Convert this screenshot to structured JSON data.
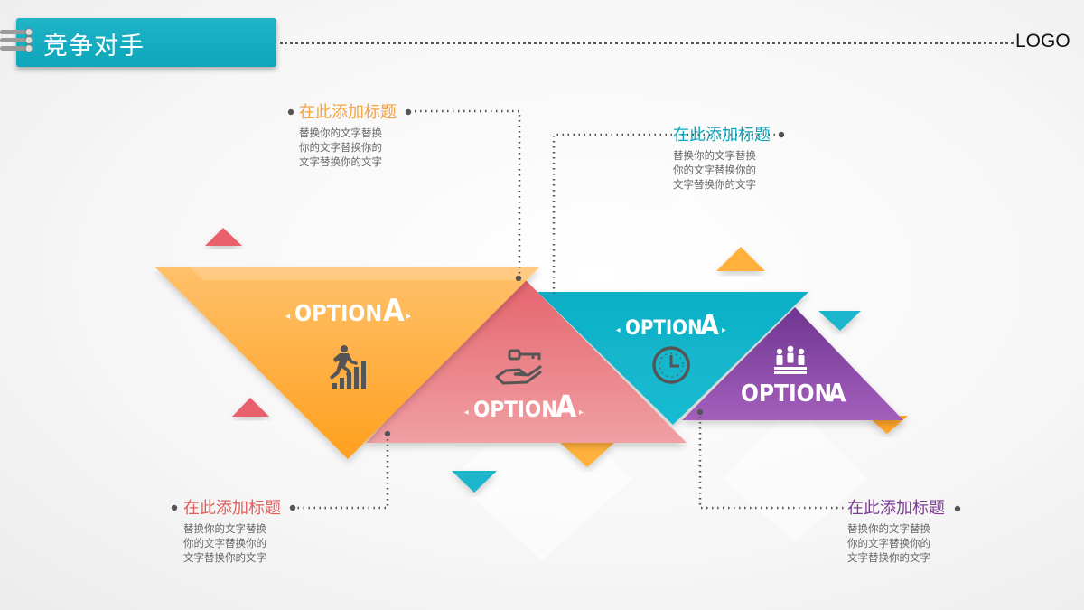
{
  "header": {
    "title": "竞争对手",
    "logo": "LOGO"
  },
  "blocks": [
    {
      "title": "在此添加标题",
      "body": [
        "替换你的文字替换",
        "你的文字替换你的",
        "文字替换你的文字"
      ],
      "color": "#f5a340"
    },
    {
      "title": "在此添加标题",
      "body": [
        "替换你的文字替换",
        "你的文字替换你的",
        "文字替换你的文字"
      ],
      "color": "#0fa6ba"
    },
    {
      "title": "在此添加标题",
      "body": [
        "替换你的文字替换",
        "你的文字替换你的",
        "文字替换你的文字"
      ],
      "color": "#e0605e"
    },
    {
      "title": "在此添加标题",
      "body": [
        "替换你的文字替换",
        "你的文字替换你的",
        "文字替换你的文字"
      ],
      "color": "#7b3f91"
    }
  ],
  "options": [
    {
      "label": "OPTION",
      "letter": "A",
      "icon": "runner-steps-icon",
      "color": "#ffa42b"
    },
    {
      "label": "OPTION",
      "letter": "A",
      "icon": "key-hand-icon",
      "color": "#e87077"
    },
    {
      "label": "OPTION",
      "letter": "A",
      "icon": "clock-icon",
      "color": "#14b4c9"
    },
    {
      "label": "OPTION",
      "letter": "A",
      "icon": "team-icon",
      "color": "#8e4ea6"
    }
  ]
}
